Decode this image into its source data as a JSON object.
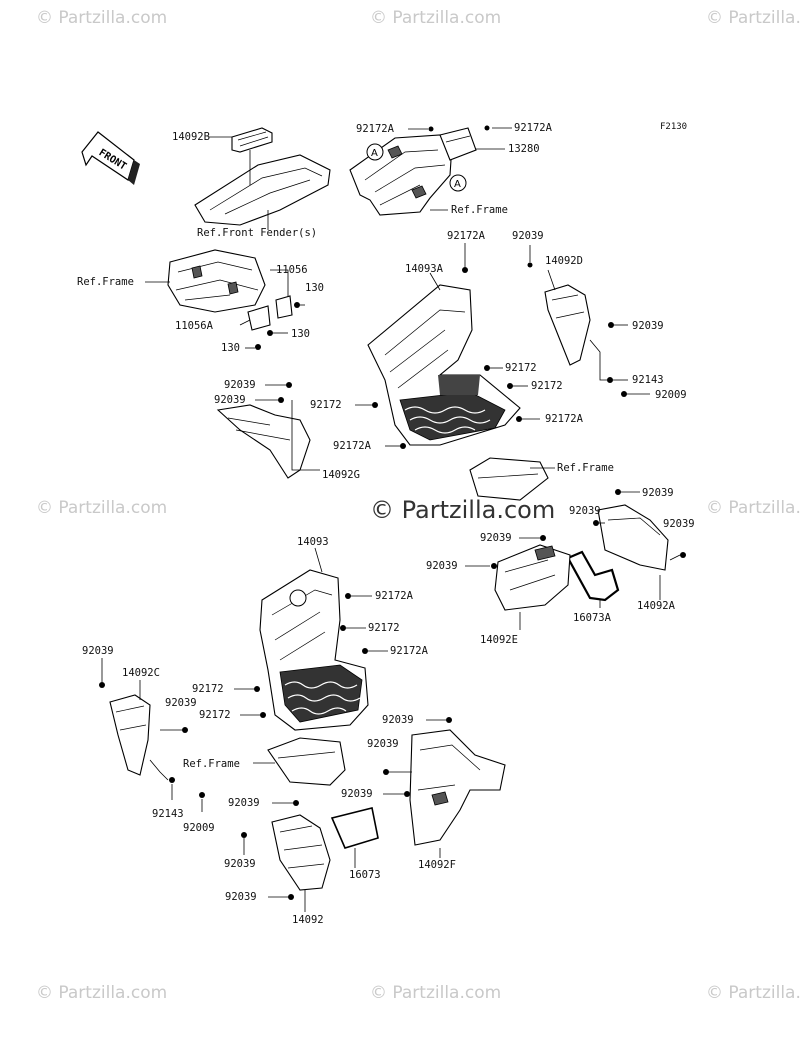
{
  "figure_code": "F2130",
  "watermark": "Partzilla.com",
  "watermark_center": "Partzilla.com",
  "front_label": "FRONT",
  "callout_a": "A",
  "parts": {
    "p14092B": "14092B",
    "p92172A_1": "92172A",
    "p92172A_2": "92172A",
    "p13280": "13280",
    "ref_frame_1": "Ref.Frame",
    "ref_front_fender": "Ref.Front Fender(s)",
    "ref_frame_2": "Ref.Frame",
    "p11056": "11056",
    "p130_1": "130",
    "p11056A": "11056A",
    "p130_2": "130",
    "p130_3": "130",
    "p92172A_3": "92172A",
    "p92039_1": "92039",
    "p14093A": "14093A",
    "p14092D": "14092D",
    "p92039_2": "92039",
    "p92172_1": "92172",
    "p92172_2": "92172",
    "p92143_1": "92143",
    "p92009_1": "92009",
    "p92039_3": "92039",
    "p92039_4": "92039",
    "p92172_3": "92172",
    "p92172A_4": "92172A",
    "p92172A_5": "92172A",
    "ref_frame_3": "Ref.Frame",
    "p14092G": "14092G",
    "p92039_5": "92039",
    "p92039_6": "92039",
    "p92039_7": "92039",
    "p92039_8": "92039",
    "p92039_9": "92039",
    "p14093": "14093",
    "p92172A_6": "92172A",
    "p92172_4": "92172",
    "p92172A_7": "92172A",
    "p16073A": "16073A",
    "p14092A": "14092A",
    "p14092E": "14092E",
    "p92039_10": "92039",
    "p14092C": "14092C",
    "p92039_11": "92039",
    "p92172_5": "92172",
    "p92172_6": "92172",
    "ref_frame_4": "Ref.Frame",
    "p92143_2": "92143",
    "p92009_2": "92009",
    "p92039_12": "92039",
    "p92039_13": "92039",
    "p92039_14": "92039",
    "p92039_15": "92039",
    "p14092F": "14092F",
    "p92039_16": "92039",
    "p16073": "16073",
    "p92039_17": "92039",
    "p14092": "14092"
  }
}
